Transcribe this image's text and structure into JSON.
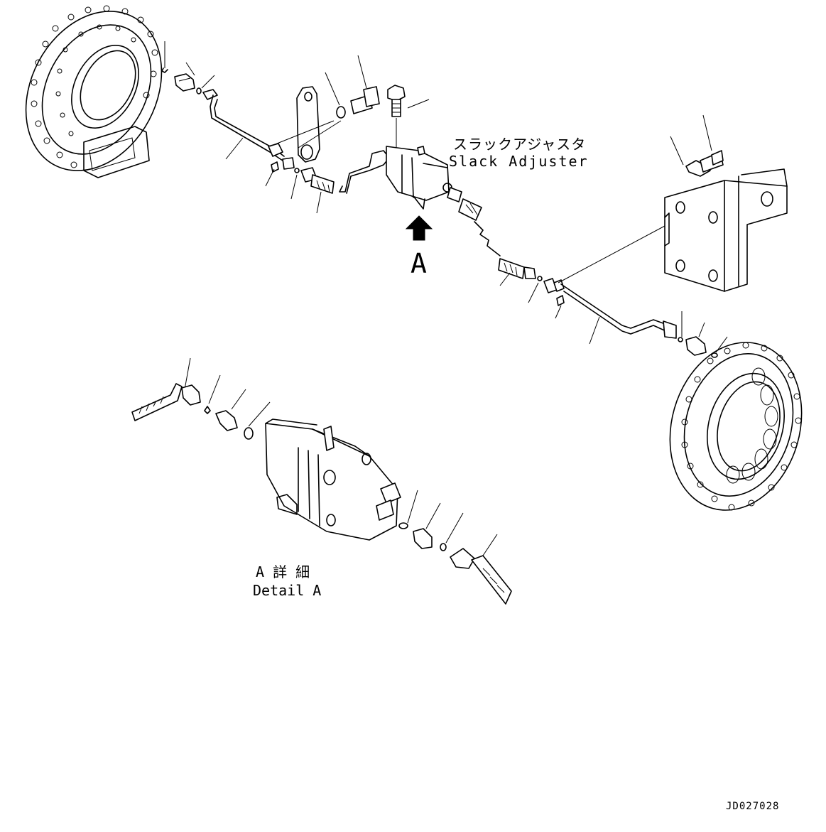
{
  "labels": {
    "slack_adjuster_jp": "スラックアジャスタ",
    "slack_adjuster_en": "Slack Adjuster",
    "view_marker": "A",
    "detail_jp": "A 詳 細",
    "detail_en": "Detail A",
    "drawing_number": "JD027028"
  },
  "icons": {
    "view_arrow": "arrow-up-icon"
  },
  "colors": {
    "line": "#000000",
    "background": "#ffffff"
  }
}
